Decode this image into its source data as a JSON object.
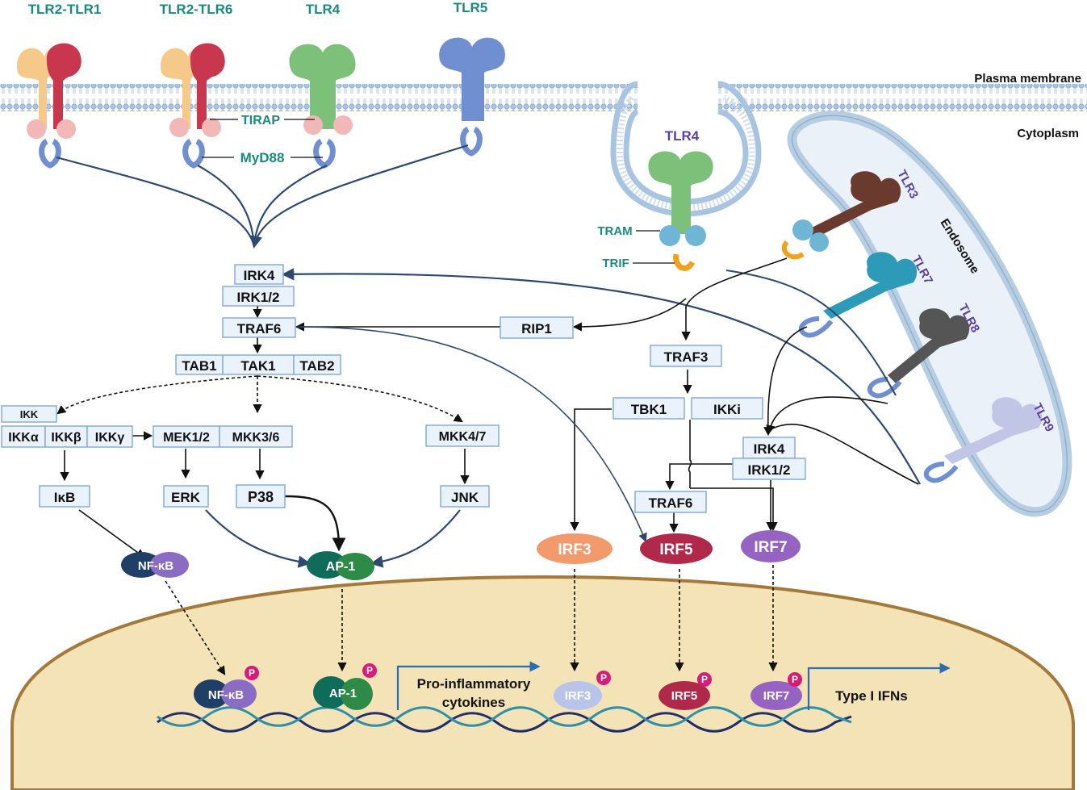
{
  "receptors_surface": [
    "TLR2-TLR1",
    "TLR2-TLR6",
    "TLR4",
    "TLR5"
  ],
  "adaptors": {
    "tirap": "TIRAP",
    "myd88": "MyD88",
    "tram": "TRAM",
    "trif": "TRIF"
  },
  "compartments": {
    "membrane": "Plasma membrane",
    "cytoplasm": "Cytoplasm",
    "endosome": "Endosome"
  },
  "endosomal_receptors": {
    "tlr4": "TLR4",
    "tlr3": "TLR3",
    "tlr7": "TLR7",
    "tlr8": "TLR8",
    "tlr9": "TLR9"
  },
  "myd88_pathway": {
    "irk4": "IRK4",
    "irk12": "IRK1/2",
    "traf6": "TRAF6",
    "tab1": "TAB1",
    "tak1": "TAK1",
    "tab2": "TAB2",
    "ikk": "IKK",
    "ikka": "IKKα",
    "ikkb": "IKKβ",
    "ikkg": "IKKγ",
    "mek12": "MEK1/2",
    "mkk36": "MKK3/6",
    "mkk47": "MKK4/7",
    "ikb": "IκB",
    "erk": "ERK",
    "p38": "P38",
    "jnk": "JNK"
  },
  "trif_pathway": {
    "rip1": "RIP1",
    "traf3": "TRAF3",
    "tbk1": "TBK1",
    "ikki": "IKKi",
    "irk4": "IRK4",
    "irk12": "IRK1/2",
    "traf6": "TRAF6"
  },
  "transcription_factors": {
    "nfkb": "NF-κB",
    "ap1": "AP-1",
    "irf3": "IRF3",
    "irf5": "IRF5",
    "irf7": "IRF7"
  },
  "phospho": "P",
  "outputs": {
    "proinflammatory": [
      "Pro-inflammatory",
      "cytokines"
    ],
    "ifn": "Type I IFNs"
  },
  "colors": {
    "tlr1_red": "#c9374f",
    "tlr2_peach": "#f5c98a",
    "tlr4_green": "#7cc07a",
    "tlr5_blue": "#6f8fd1",
    "tlr3_brown": "#6b3a2e",
    "tlr7_teal": "#2d9bb8",
    "tlr8_grey": "#555555",
    "tlr9_lavender": "#c2c6e6",
    "nucleus_fill": "#f3e3b6",
    "nucleus_border": "#a37a3a",
    "teal_text": "#1a8a7f",
    "purple_text": "#5a3fa6"
  }
}
